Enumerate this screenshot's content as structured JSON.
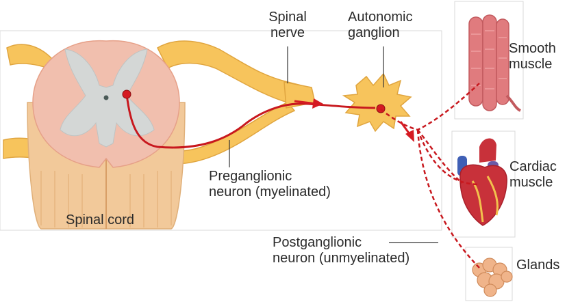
{
  "labels": {
    "spinal_nerve": [
      "Spinal",
      "nerve"
    ],
    "autonomic_ganglion": [
      "Autonomic",
      "ganglion"
    ],
    "smooth_muscle": [
      "Smooth",
      "muscle"
    ],
    "cardiac_muscle": [
      "Cardiac",
      "muscle"
    ],
    "glands": "Glands",
    "preganglionic": [
      "Preganglionic",
      "neuron (myelinated)"
    ],
    "postganglionic": [
      "Postganglionic",
      "neuron (unmyelinated)"
    ],
    "spinal_cord": "Spinal cord"
  },
  "colors": {
    "neuron": "#c8181e",
    "nerve": "#f7c45c",
    "cord_gray": "#d4d7d6",
    "cord_white": "#f1bfae",
    "heart": "#c8313a",
    "intestine": "#e07b7e",
    "gland": "#f0b48a"
  },
  "icons": [
    "spinal-cord-illustration",
    "ganglion-illustration",
    "intestine-illustration",
    "heart-illustration",
    "gland-illustration",
    "arrow-icon"
  ]
}
